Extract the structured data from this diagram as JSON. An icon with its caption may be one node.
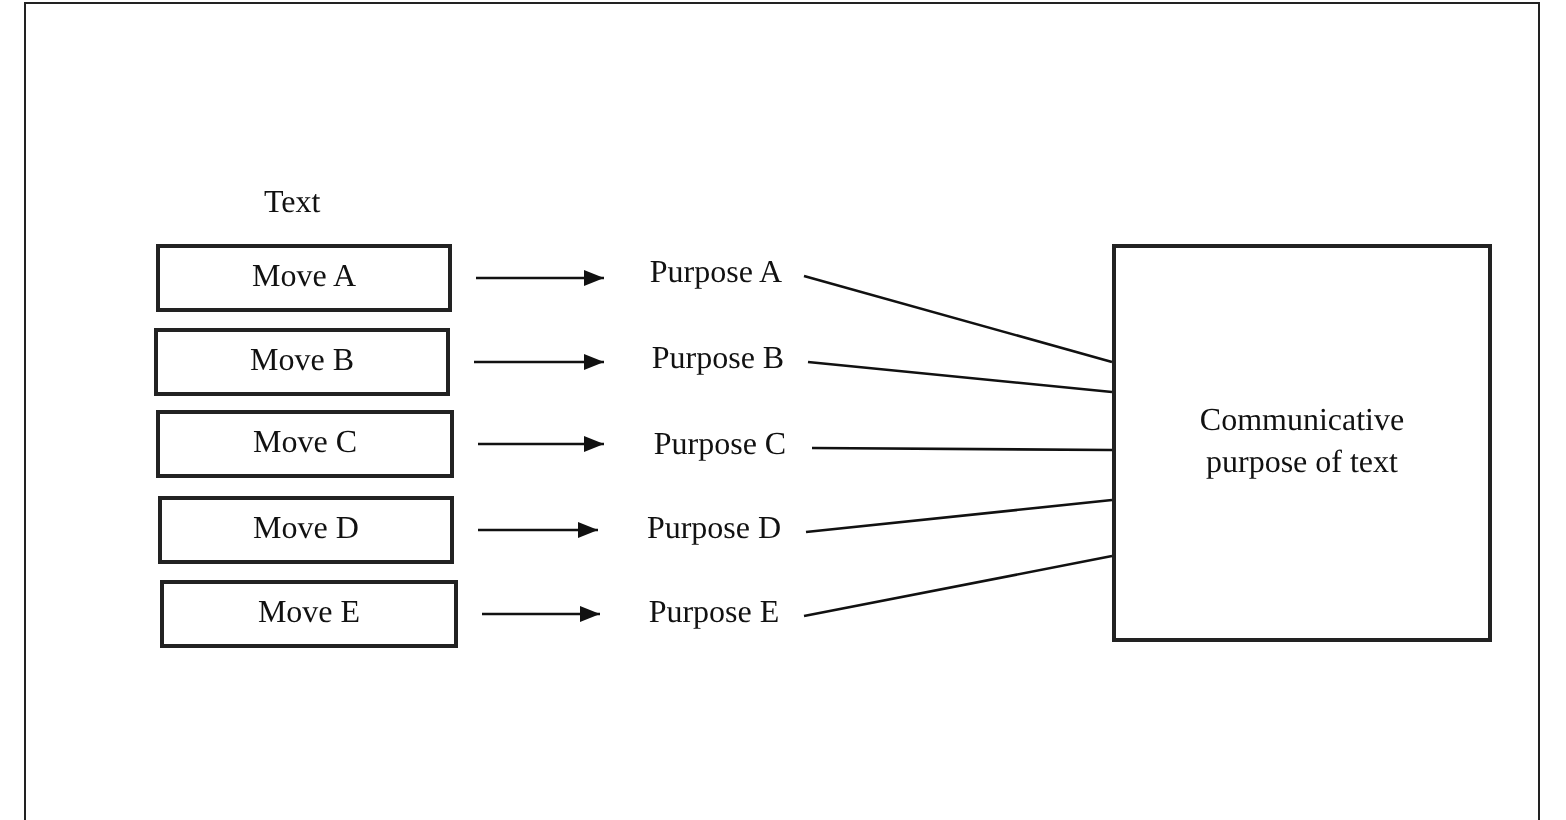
{
  "diagram": {
    "nodes": [
      {
        "text": [
          "Move A"
        ]
      },
      {
        "text": [
          "Move B"
        ]
      },
      {
        "text": [
          "Move C"
        ]
      },
      {
        "text": [
          "Move D"
        ]
      },
      {
        "text": [
          "Move E"
        ]
      },
      {
        "text": [
          "Purpose A"
        ]
      },
      {
        "text": [
          "Purpose B"
        ]
      },
      {
        "text": [
          "Purpose C"
        ]
      },
      {
        "text": [
          "Purpose D"
        ]
      },
      {
        "text": [
          "Purpose E"
        ]
      },
      {
        "text": [
          "Communicative purpose of text"
        ]
      }
    ],
    "edges": [
      {
        "from": 0,
        "to": 5,
        "arrow": "to"
      },
      {
        "from": 1,
        "to": 6,
        "arrow": "to"
      },
      {
        "from": 2,
        "to": 7,
        "arrow": "to"
      },
      {
        "from": 3,
        "to": 8,
        "arrow": "to"
      },
      {
        "from": 4,
        "to": 9,
        "arrow": "to"
      },
      {
        "from": 5,
        "to": 10,
        "arrow": "none"
      },
      {
        "from": 6,
        "to": 10,
        "arrow": "none"
      },
      {
        "from": 7,
        "to": 10,
        "arrow": "none"
      },
      {
        "from": 8,
        "to": 10,
        "arrow": "none"
      },
      {
        "from": 9,
        "to": 10,
        "arrow": "none"
      }
    ],
    "labels": [
      "Text"
    ]
  }
}
